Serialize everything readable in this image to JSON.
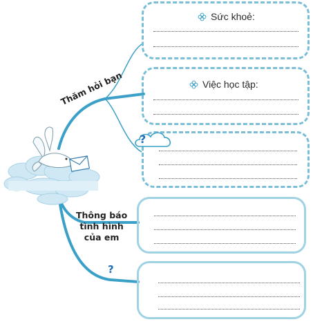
{
  "branches": {
    "visit_friend": "Thăm hỏi bạn",
    "report_line1": "Thông báo",
    "report_line2": "tình hình",
    "report_line3": "của em",
    "unknown": "?"
  },
  "boxes": {
    "health": {
      "title": "Sức khoẻ:",
      "icon": "flower-icon"
    },
    "study": {
      "title": "Việc học tập:",
      "icon": "flower-icon"
    },
    "other_question": "?"
  },
  "colors": {
    "line": "#3aa0c8",
    "dashed_border": "#79bdd6",
    "solid_border": "#9fd2e3",
    "question": "#1f6fb8"
  }
}
